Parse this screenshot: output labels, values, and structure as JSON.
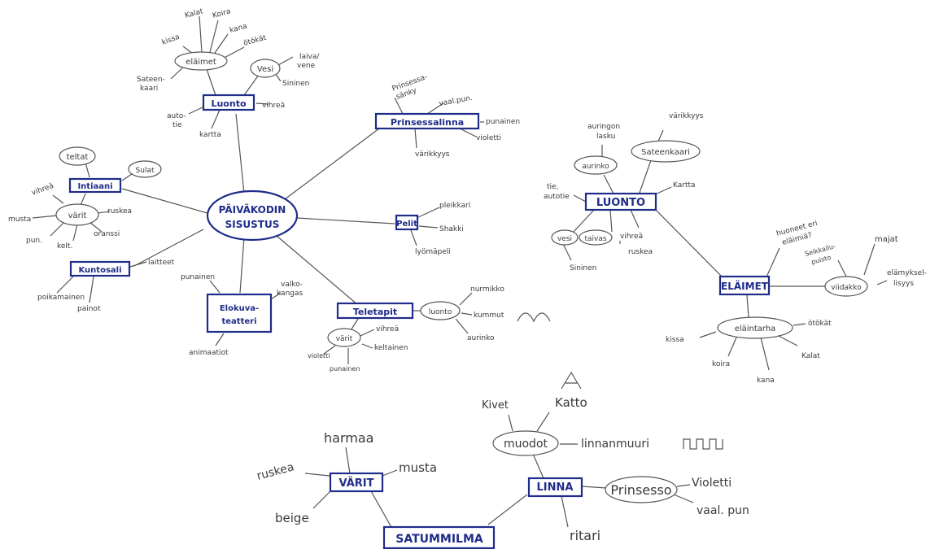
{
  "map1": {
    "center": [
      "PÄIVÄKODIN",
      "SISUSTUS"
    ],
    "luonto": "Luonto",
    "elaimet_oval": "eläimet",
    "kissa": "kissa",
    "kalat": "Kalat",
    "koira": "Koira",
    "kana": "kana",
    "otokat": "ötökät",
    "sateenkaari": [
      "Sateen-",
      "kaari"
    ],
    "vesi_oval": "Vesi",
    "laiva": [
      "laiva/",
      "vene"
    ],
    "sininen": "Sininen",
    "vihrea": "vihreä",
    "autotie": [
      "auto-",
      "tie"
    ],
    "kartta": "kartta",
    "prinsessalinna": "Prinsessalinna",
    "prinsessasanky": [
      "Prinsessa-",
      "sänky"
    ],
    "vaalpun": "vaal.pun.",
    "punainen": "punainen",
    "violetti": "violetti",
    "varikkyys": "värikkyys",
    "intiaani": "Intiaani",
    "teltat": "teltat",
    "sulat": "Sulat",
    "varit_oval": "värit",
    "vihrea2": "vihreä",
    "musta": "musta",
    "ruskea": "ruskea",
    "pun": "pun.",
    "kelt": "kelt.",
    "oranssi": "oranssi",
    "pelit": "Pelit",
    "pleikkari": "pleikkari",
    "shakki": "Shakki",
    "lyomapeli": "lyömäpeli",
    "kuntosali": "Kuntosali",
    "laitteet": "laitteet",
    "poikamainen": "poikamainen",
    "painot": "painot",
    "elokuvateatteri": [
      "Elokuva-",
      "teatteri"
    ],
    "punainen2": "punainen",
    "valkokangas": [
      "valko-",
      "kangas"
    ],
    "animaatiot": "animaatiot",
    "teletapit": "Teletapit",
    "luonto_oval": "luonto",
    "nurmikko": "nurmikko",
    "kummut": "kummut",
    "aurinko": "aurinko",
    "varit2_oval": "värit",
    "vihrea3": "vihreä",
    "keltainen": "keltainen",
    "violetti2": "violetti",
    "punainen3": "punainen"
  },
  "map2": {
    "luonto": "LUONTO",
    "auringonlasku": [
      "auringon",
      "lasku"
    ],
    "aurinko_oval": "aurinko",
    "sateenkaari_oval": "Sateenkaari",
    "varikkyys": "värikkyys",
    "kartta": "Kartta",
    "tieautotie": [
      "tie,",
      "autotie"
    ],
    "vesi_oval": "vesi",
    "taivas_oval": "taivas",
    "sininen": "Sininen",
    "vihrea": "vihreä",
    "ruskea": "ruskea",
    "elaimet": "ELÄIMET",
    "huoneet": [
      "huoneet eri",
      "eläimiä?"
    ],
    "seikkailupuisto": [
      "Seikkailu-",
      "puisto"
    ],
    "majat": "majat",
    "viidakko_oval": "viidakko",
    "elamyksellisyys": [
      "elämyksel-",
      "lisyys"
    ],
    "elaintarha_oval": "eläintarha",
    "kissa": "kissa",
    "koira": "koira",
    "kana": "kana",
    "kalat": "Kalat",
    "otokat": "ötökät"
  },
  "map3": {
    "satummilma": "SATUMMILMA",
    "varit": "VÄRIT",
    "harmaa": "harmaa",
    "ruskea": "ruskea",
    "musta": "musta",
    "beige": "beige",
    "linna": "LINNA",
    "muodot_oval": "muodot",
    "kivet": "Kivet",
    "katto": "Katto",
    "linnanmuuri": "linnanmuuri",
    "prinsesso_oval": "Prinsesso",
    "violetti": "Violetti",
    "vaalpun": "vaal. pun",
    "ritari": "ritari"
  }
}
